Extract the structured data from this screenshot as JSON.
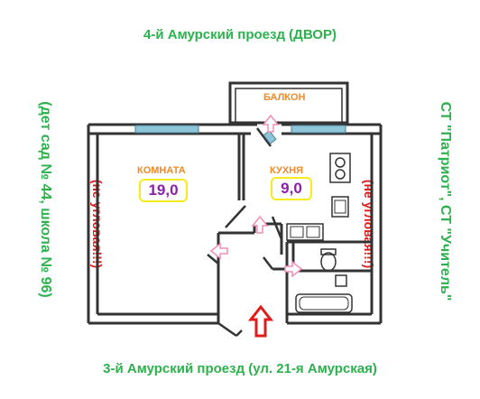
{
  "labels": {
    "top_street": "4-й Амурский проезд (ДВОР)",
    "bottom_street": "3-й Амурский проезд  (ул. 21-я Амурская)",
    "left_side": "(дет сад № 44, школа № 96)",
    "right_side": "СТ \"Патриот\", СТ \"Учитель\"",
    "not_corner_left": "(не угловая!!!)",
    "not_corner_right": "(не угловая!!!)"
  },
  "rooms": {
    "balcony": "БАЛКОН",
    "room_name": "КОМНАТА",
    "room_area": "19,0",
    "kitchen_name": "КУХНЯ",
    "kitchen_area": "9,0"
  },
  "colors": {
    "street_text": "#2bb24c",
    "warning_text": "#e01b1b",
    "room_label": "#f08a2a",
    "area_text": "#8b1fa8",
    "area_border": "#f4ea1c",
    "window": "#8fc5d8",
    "arrow": "#f28db5",
    "entrance_arrow": "#e01b1b"
  },
  "icons": [
    "entrance-arrow-icon",
    "door-arrow-icon",
    "stove-icon",
    "sink-icon",
    "toilet-icon",
    "bathtub-icon"
  ]
}
